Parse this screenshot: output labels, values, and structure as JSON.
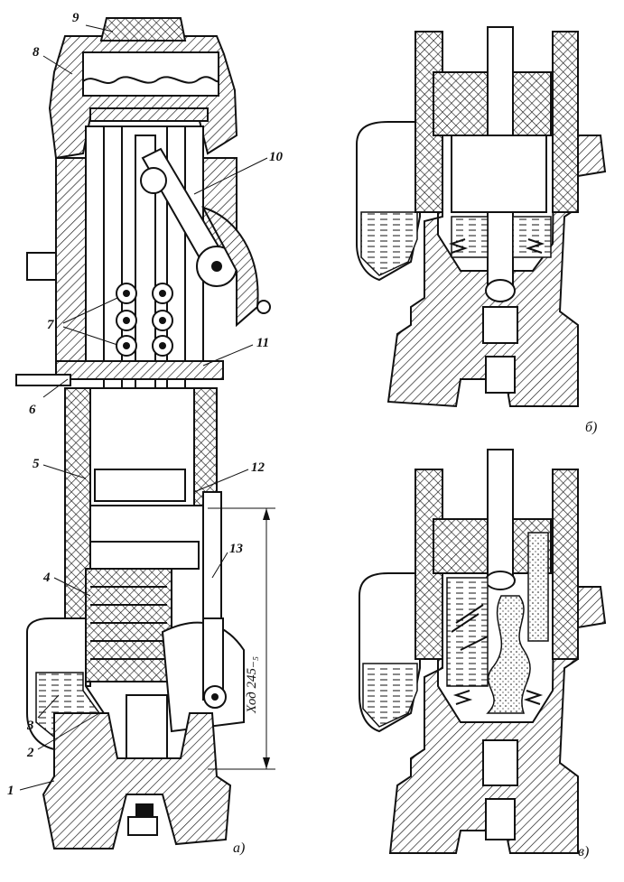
{
  "figure": {
    "part_labels": [
      "1",
      "2",
      "3",
      "4",
      "5",
      "6",
      "7",
      "8",
      "9",
      "10",
      "11",
      "12",
      "13"
    ],
    "stroke_dimension": "Ход 245₋₅",
    "view_labels": {
      "a": "а)",
      "b": "б)",
      "v": "в)"
    }
  },
  "colors": {
    "ink": "#111111",
    "paper": "#ffffff"
  }
}
